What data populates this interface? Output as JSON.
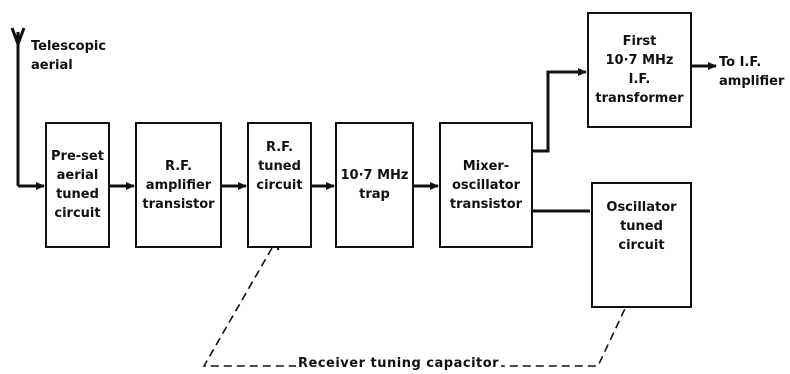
{
  "diagram": {
    "aerial_label": "Telescopic\naerial",
    "output_label": "To I.F.\namplifier",
    "caption": "Receiver tuning capacitor",
    "blocks": {
      "preset": "Pre-set\naerial\ntuned\ncircuit",
      "rf_amp": "R.F.\namplifier\ntransistor",
      "rf_tuned": "R.F.\ntuned\ncircuit",
      "trap": "10·7 MHz\ntrap",
      "mixer": "Mixer-\noscillator\ntransistor",
      "if_transformer": "First\n10·7 MHz\nI.F.\ntransformer",
      "osc_tuned": "Oscillator\ntuned\ncircuit"
    }
  }
}
